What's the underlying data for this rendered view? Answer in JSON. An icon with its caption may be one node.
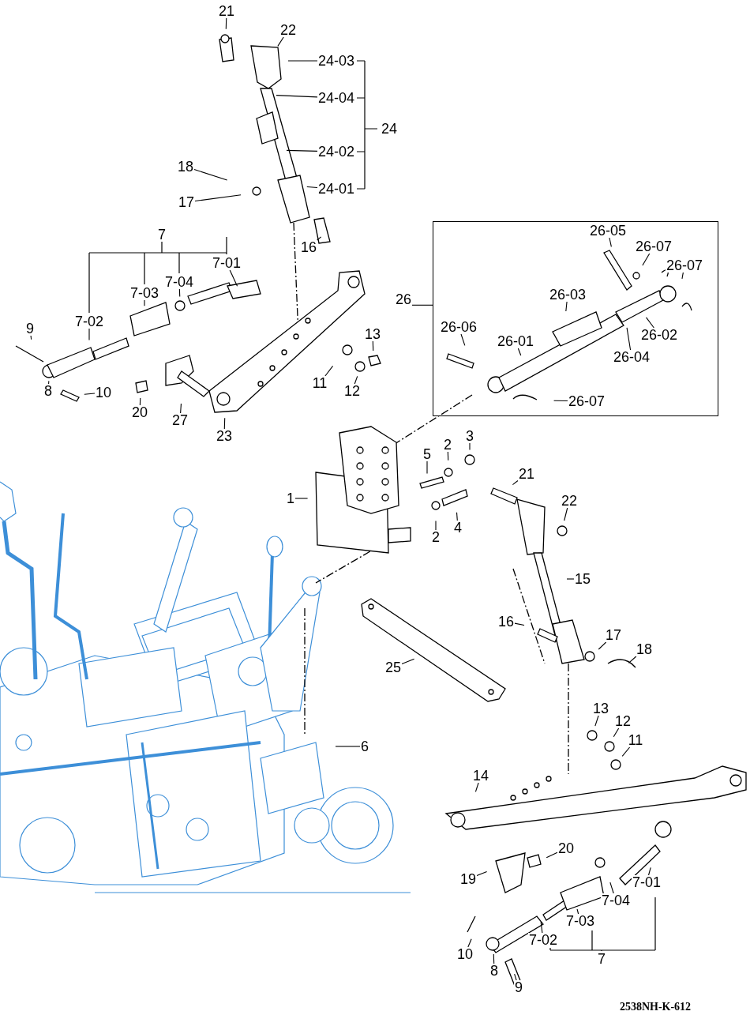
{
  "diagram": {
    "nodes": [
      {
        "text": [
          "21"
        ]
      },
      {
        "text": [
          "22"
        ]
      },
      {
        "text": [
          "24-03"
        ]
      },
      {
        "text": [
          "24-04"
        ]
      },
      {
        "text": [
          "24-02"
        ]
      },
      {
        "text": [
          "24-01"
        ]
      },
      {
        "text": [
          "18"
        ]
      },
      {
        "text": [
          "17"
        ]
      },
      {
        "text": [
          "16"
        ]
      },
      {
        "text": [
          "7-01"
        ]
      },
      {
        "text": [
          "7-04"
        ]
      },
      {
        "text": [
          "7-03"
        ]
      },
      {
        "text": [
          "7-02"
        ]
      },
      {
        "text": [
          "9"
        ]
      },
      {
        "text": [
          "8"
        ]
      },
      {
        "text": [
          "10"
        ]
      },
      {
        "text": [
          "20"
        ]
      },
      {
        "text": [
          "27"
        ]
      },
      {
        "text": [
          "23"
        ]
      },
      {
        "text": [
          "11"
        ]
      },
      {
        "text": [
          "12"
        ]
      },
      {
        "text": [
          "13"
        ]
      },
      {
        "text": [
          "26"
        ]
      },
      {
        "text": [],
        "shape": "box"
      },
      {
        "text": [
          "26-05"
        ],
        "in": 23
      },
      {
        "text": [
          "26-07"
        ],
        "in": 23
      },
      {
        "text": [
          "26-07"
        ],
        "in": 23
      },
      {
        "text": [
          "26-03"
        ],
        "in": 23
      },
      {
        "text": [
          "26-02"
        ],
        "in": 23
      },
      {
        "text": [
          "26-06"
        ],
        "in": 23
      },
      {
        "text": [
          "26-01"
        ],
        "in": 23
      },
      {
        "text": [
          "26-04"
        ],
        "in": 23
      },
      {
        "text": [
          "26-07"
        ],
        "in": 23
      },
      {
        "text": [
          "5"
        ]
      },
      {
        "text": [
          "2"
        ]
      },
      {
        "text": [
          "3"
        ]
      },
      {
        "text": [
          "1"
        ]
      },
      {
        "text": [
          "2"
        ]
      },
      {
        "text": [
          "4"
        ]
      },
      {
        "text": [
          "21"
        ]
      },
      {
        "text": [
          "22"
        ]
      },
      {
        "text": [
          "15"
        ]
      },
      {
        "text": [
          "16"
        ]
      },
      {
        "text": [
          "17"
        ]
      },
      {
        "text": [
          "18"
        ]
      },
      {
        "text": [
          "25"
        ]
      },
      {
        "text": [
          "6"
        ]
      },
      {
        "text": [
          "13"
        ]
      },
      {
        "text": [
          "12"
        ]
      },
      {
        "text": [
          "11"
        ]
      },
      {
        "text": [
          "14"
        ]
      },
      {
        "text": [
          "20"
        ]
      },
      {
        "text": [
          "19"
        ]
      },
      {
        "text": [
          "7-01"
        ]
      },
      {
        "text": [
          "7-04"
        ]
      },
      {
        "text": [
          "7-03"
        ]
      },
      {
        "text": [
          "7-02"
        ]
      },
      {
        "text": [
          "10"
        ]
      },
      {
        "text": [
          "8"
        ]
      },
      {
        "text": [
          "9"
        ]
      }
    ],
    "edges": [
      {
        "from": 0,
        "to": null,
        "arrow": "none"
      },
      {
        "from": 1,
        "to": null,
        "arrow": "none"
      },
      {
        "from": 2,
        "to": null,
        "arrow": "none"
      },
      {
        "from": 3,
        "to": null,
        "arrow": "none"
      },
      {
        "from": 4,
        "to": null,
        "arrow": "none"
      },
      {
        "from": 5,
        "to": null,
        "arrow": "none"
      },
      {
        "from": 6,
        "to": null,
        "arrow": "none"
      },
      {
        "from": 7,
        "to": null,
        "arrow": "none"
      },
      {
        "from": 8,
        "to": null,
        "arrow": "none"
      },
      {
        "from": 9,
        "to": null,
        "arrow": "none"
      },
      {
        "from": 10,
        "to": null,
        "arrow": "none"
      },
      {
        "from": 11,
        "to": null,
        "arrow": "none"
      },
      {
        "from": 12,
        "to": null,
        "arrow": "none"
      },
      {
        "from": 13,
        "to": null,
        "arrow": "none"
      },
      {
        "from": 14,
        "to": null,
        "arrow": "none"
      },
      {
        "from": 15,
        "to": null,
        "arrow": "none"
      },
      {
        "from": 16,
        "to": null,
        "arrow": "none"
      },
      {
        "from": 17,
        "to": null,
        "arrow": "none"
      },
      {
        "from": 18,
        "to": null,
        "arrow": "none"
      },
      {
        "from": 19,
        "to": null,
        "arrow": "none"
      },
      {
        "from": 20,
        "to": null,
        "arrow": "none"
      },
      {
        "from": 21,
        "to": null,
        "arrow": "none"
      },
      {
        "from": 22,
        "to": 23,
        "arrow": "none"
      },
      {
        "from": 24,
        "to": null,
        "arrow": "none"
      },
      {
        "from": 25,
        "to": null,
        "arrow": "none"
      },
      {
        "from": 26,
        "to": null,
        "arrow": "none"
      },
      {
        "from": 27,
        "to": null,
        "arrow": "none"
      },
      {
        "from": 28,
        "to": null,
        "arrow": "none"
      },
      {
        "from": 29,
        "to": null,
        "arrow": "none"
      },
      {
        "from": 30,
        "to": null,
        "arrow": "none"
      },
      {
        "from": 31,
        "to": null,
        "arrow": "none"
      },
      {
        "from": 32,
        "to": null,
        "arrow": "none"
      },
      {
        "from": 33,
        "to": null,
        "arrow": "none"
      },
      {
        "from": 34,
        "to": null,
        "arrow": "none"
      },
      {
        "from": 35,
        "to": null,
        "arrow": "none"
      },
      {
        "from": 36,
        "to": null,
        "arrow": "none"
      },
      {
        "from": 37,
        "to": null,
        "arrow": "none"
      },
      {
        "from": 38,
        "to": null,
        "arrow": "none"
      },
      {
        "from": 39,
        "to": null,
        "arrow": "none"
      },
      {
        "from": 40,
        "to": null,
        "arrow": "none"
      },
      {
        "from": 41,
        "to": null,
        "arrow": "none"
      },
      {
        "from": 42,
        "to": null,
        "arrow": "none"
      },
      {
        "from": 43,
        "to": null,
        "arrow": "none"
      },
      {
        "from": 44,
        "to": null,
        "arrow": "none"
      },
      {
        "from": 45,
        "to": null,
        "arrow": "none"
      },
      {
        "from": 46,
        "to": null,
        "arrow": "none"
      },
      {
        "from": 47,
        "to": null,
        "arrow": "none"
      },
      {
        "from": 48,
        "to": null,
        "arrow": "none"
      },
      {
        "from": 49,
        "to": null,
        "arrow": "none"
      },
      {
        "from": 50,
        "to": null,
        "arrow": "none"
      },
      {
        "from": 51,
        "to": null,
        "arrow": "none"
      },
      {
        "from": 52,
        "to": null,
        "arrow": "none"
      },
      {
        "from": 53,
        "to": null,
        "arrow": "none"
      },
      {
        "from": 54,
        "to": null,
        "arrow": "none"
      },
      {
        "from": 55,
        "to": null,
        "arrow": "none"
      },
      {
        "from": 56,
        "to": null,
        "arrow": "none"
      },
      {
        "from": 57,
        "to": null,
        "arrow": "none"
      },
      {
        "from": 58,
        "to": null,
        "arrow": "none"
      },
      {
        "from": 59,
        "to": null,
        "arrow": "none"
      }
    ],
    "labels": [
      "24",
      "7",
      "7",
      "2538NH-K-612"
    ]
  }
}
